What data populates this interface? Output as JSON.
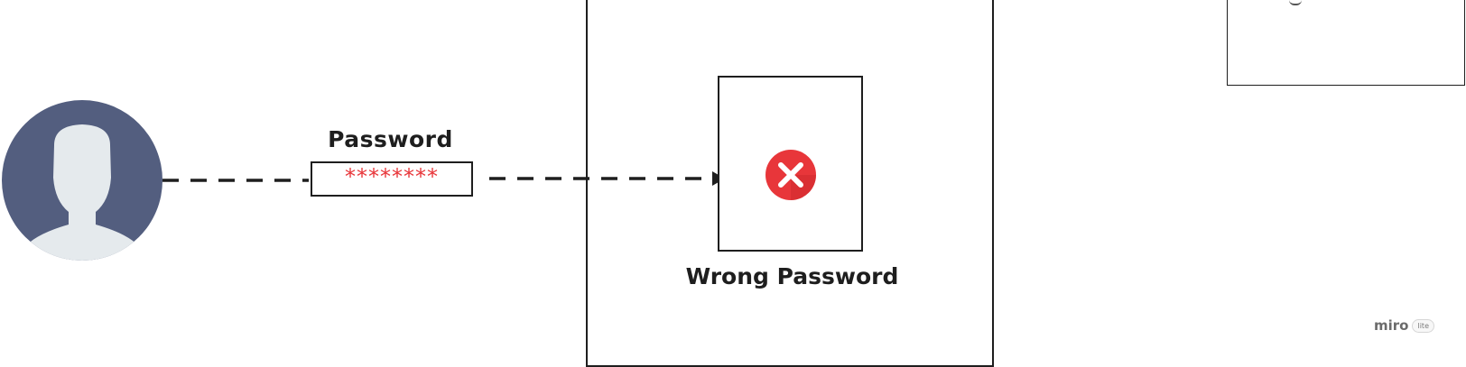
{
  "diagram": {
    "password_label": "Password",
    "password_value": "********",
    "result_label": "Wrong Password",
    "watermark": {
      "brand": "miro",
      "tier": "lite"
    }
  },
  "icons": {
    "user": "user-avatar-icon",
    "error": "error-x-icon"
  },
  "colors": {
    "avatar_bg": "#535e7f",
    "avatar_silhouette": "#e5eaed",
    "error_red": "#e8363a",
    "stroke": "#1e1e1e",
    "password_text": "#e8363a"
  }
}
